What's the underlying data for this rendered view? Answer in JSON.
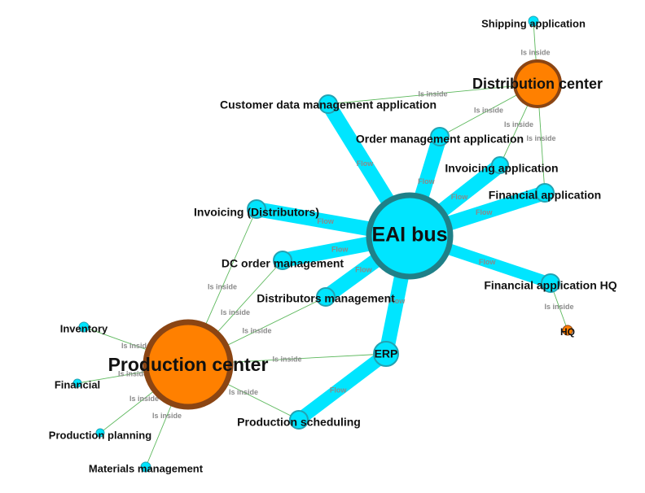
{
  "colors": {
    "app_fill": "#00e5ff",
    "app_stroke": "#22a3b3",
    "bus_stroke": "#1f8088",
    "site_fill": "#ff8000",
    "site_stroke": "#8b4513",
    "flow_edge": "#00e5ff",
    "inside_edge": "#5cb85c"
  },
  "nodes": [
    {
      "id": "eai",
      "label": "EAI bus",
      "kind": "bus"
    },
    {
      "id": "production",
      "label": "Production center",
      "kind": "site"
    },
    {
      "id": "distribution",
      "label": "Distribution center",
      "kind": "site"
    },
    {
      "id": "hq",
      "label": "HQ",
      "kind": "site"
    },
    {
      "id": "erp",
      "label": "ERP",
      "kind": "app"
    },
    {
      "id": "shipping",
      "label": "Shipping application",
      "kind": "app"
    },
    {
      "id": "customer",
      "label": "Customer data management application",
      "kind": "app"
    },
    {
      "id": "order",
      "label": "Order management application",
      "kind": "app"
    },
    {
      "id": "invoicing",
      "label": "Invoicing application",
      "kind": "app"
    },
    {
      "id": "financial_app",
      "label": "Financial application",
      "kind": "app"
    },
    {
      "id": "invoicing_dist",
      "label": "Invoicing (Distributors)",
      "kind": "app"
    },
    {
      "id": "dc_order",
      "label": "DC order management",
      "kind": "app"
    },
    {
      "id": "distributors",
      "label": "Distributors management",
      "kind": "app"
    },
    {
      "id": "financial_hq",
      "label": "Financial application HQ",
      "kind": "app"
    },
    {
      "id": "inventory",
      "label": "Inventory",
      "kind": "app"
    },
    {
      "id": "financial",
      "label": "Financial",
      "kind": "app"
    },
    {
      "id": "production_planning",
      "label": "Production planning",
      "kind": "app"
    },
    {
      "id": "materials",
      "label": "Materials management",
      "kind": "app"
    },
    {
      "id": "production_scheduling",
      "label": "Production scheduling",
      "kind": "app"
    }
  ],
  "edges": [
    {
      "from": "eai",
      "to": "customer",
      "type": "flow",
      "label": "Flow"
    },
    {
      "from": "eai",
      "to": "order",
      "type": "flow",
      "label": "Flow"
    },
    {
      "from": "eai",
      "to": "invoicing",
      "type": "flow",
      "label": "Flow"
    },
    {
      "from": "eai",
      "to": "financial_app",
      "type": "flow",
      "label": "Flow"
    },
    {
      "from": "eai",
      "to": "invoicing_dist",
      "type": "flow",
      "label": "Flow"
    },
    {
      "from": "eai",
      "to": "dc_order",
      "type": "flow",
      "label": "Flow"
    },
    {
      "from": "eai",
      "to": "distributors",
      "type": "flow",
      "label": "Flow"
    },
    {
      "from": "eai",
      "to": "financial_hq",
      "type": "flow",
      "label": "Flow"
    },
    {
      "from": "eai",
      "to": "erp",
      "type": "flow",
      "label": "Flow"
    },
    {
      "from": "erp",
      "to": "production_scheduling",
      "type": "flow",
      "label": "Flow"
    },
    {
      "from": "shipping",
      "to": "distribution",
      "type": "inside",
      "label": "Is inside"
    },
    {
      "from": "customer",
      "to": "distribution",
      "type": "inside",
      "label": "Is inside"
    },
    {
      "from": "order",
      "to": "distribution",
      "type": "inside",
      "label": "Is inside"
    },
    {
      "from": "invoicing",
      "to": "distribution",
      "type": "inside",
      "label": "Is inside"
    },
    {
      "from": "financial_app",
      "to": "distribution",
      "type": "inside",
      "label": "Is inside"
    },
    {
      "from": "financial_hq",
      "to": "hq",
      "type": "inside",
      "label": "Is inside"
    },
    {
      "from": "invoicing_dist",
      "to": "production",
      "type": "inside",
      "label": "Is inside"
    },
    {
      "from": "dc_order",
      "to": "production",
      "type": "inside",
      "label": "Is inside"
    },
    {
      "from": "distributors",
      "to": "production",
      "type": "inside",
      "label": "Is inside"
    },
    {
      "from": "erp",
      "to": "production",
      "type": "inside",
      "label": "Is inside"
    },
    {
      "from": "inventory",
      "to": "production",
      "type": "inside",
      "label": "Is inside"
    },
    {
      "from": "financial",
      "to": "production",
      "type": "inside",
      "label": "Is inside"
    },
    {
      "from": "production_planning",
      "to": "production",
      "type": "inside",
      "label": "Is inside"
    },
    {
      "from": "materials",
      "to": "production",
      "type": "inside",
      "label": "Is inside"
    },
    {
      "from": "production_scheduling",
      "to": "production",
      "type": "inside",
      "label": "Is inside"
    }
  ]
}
